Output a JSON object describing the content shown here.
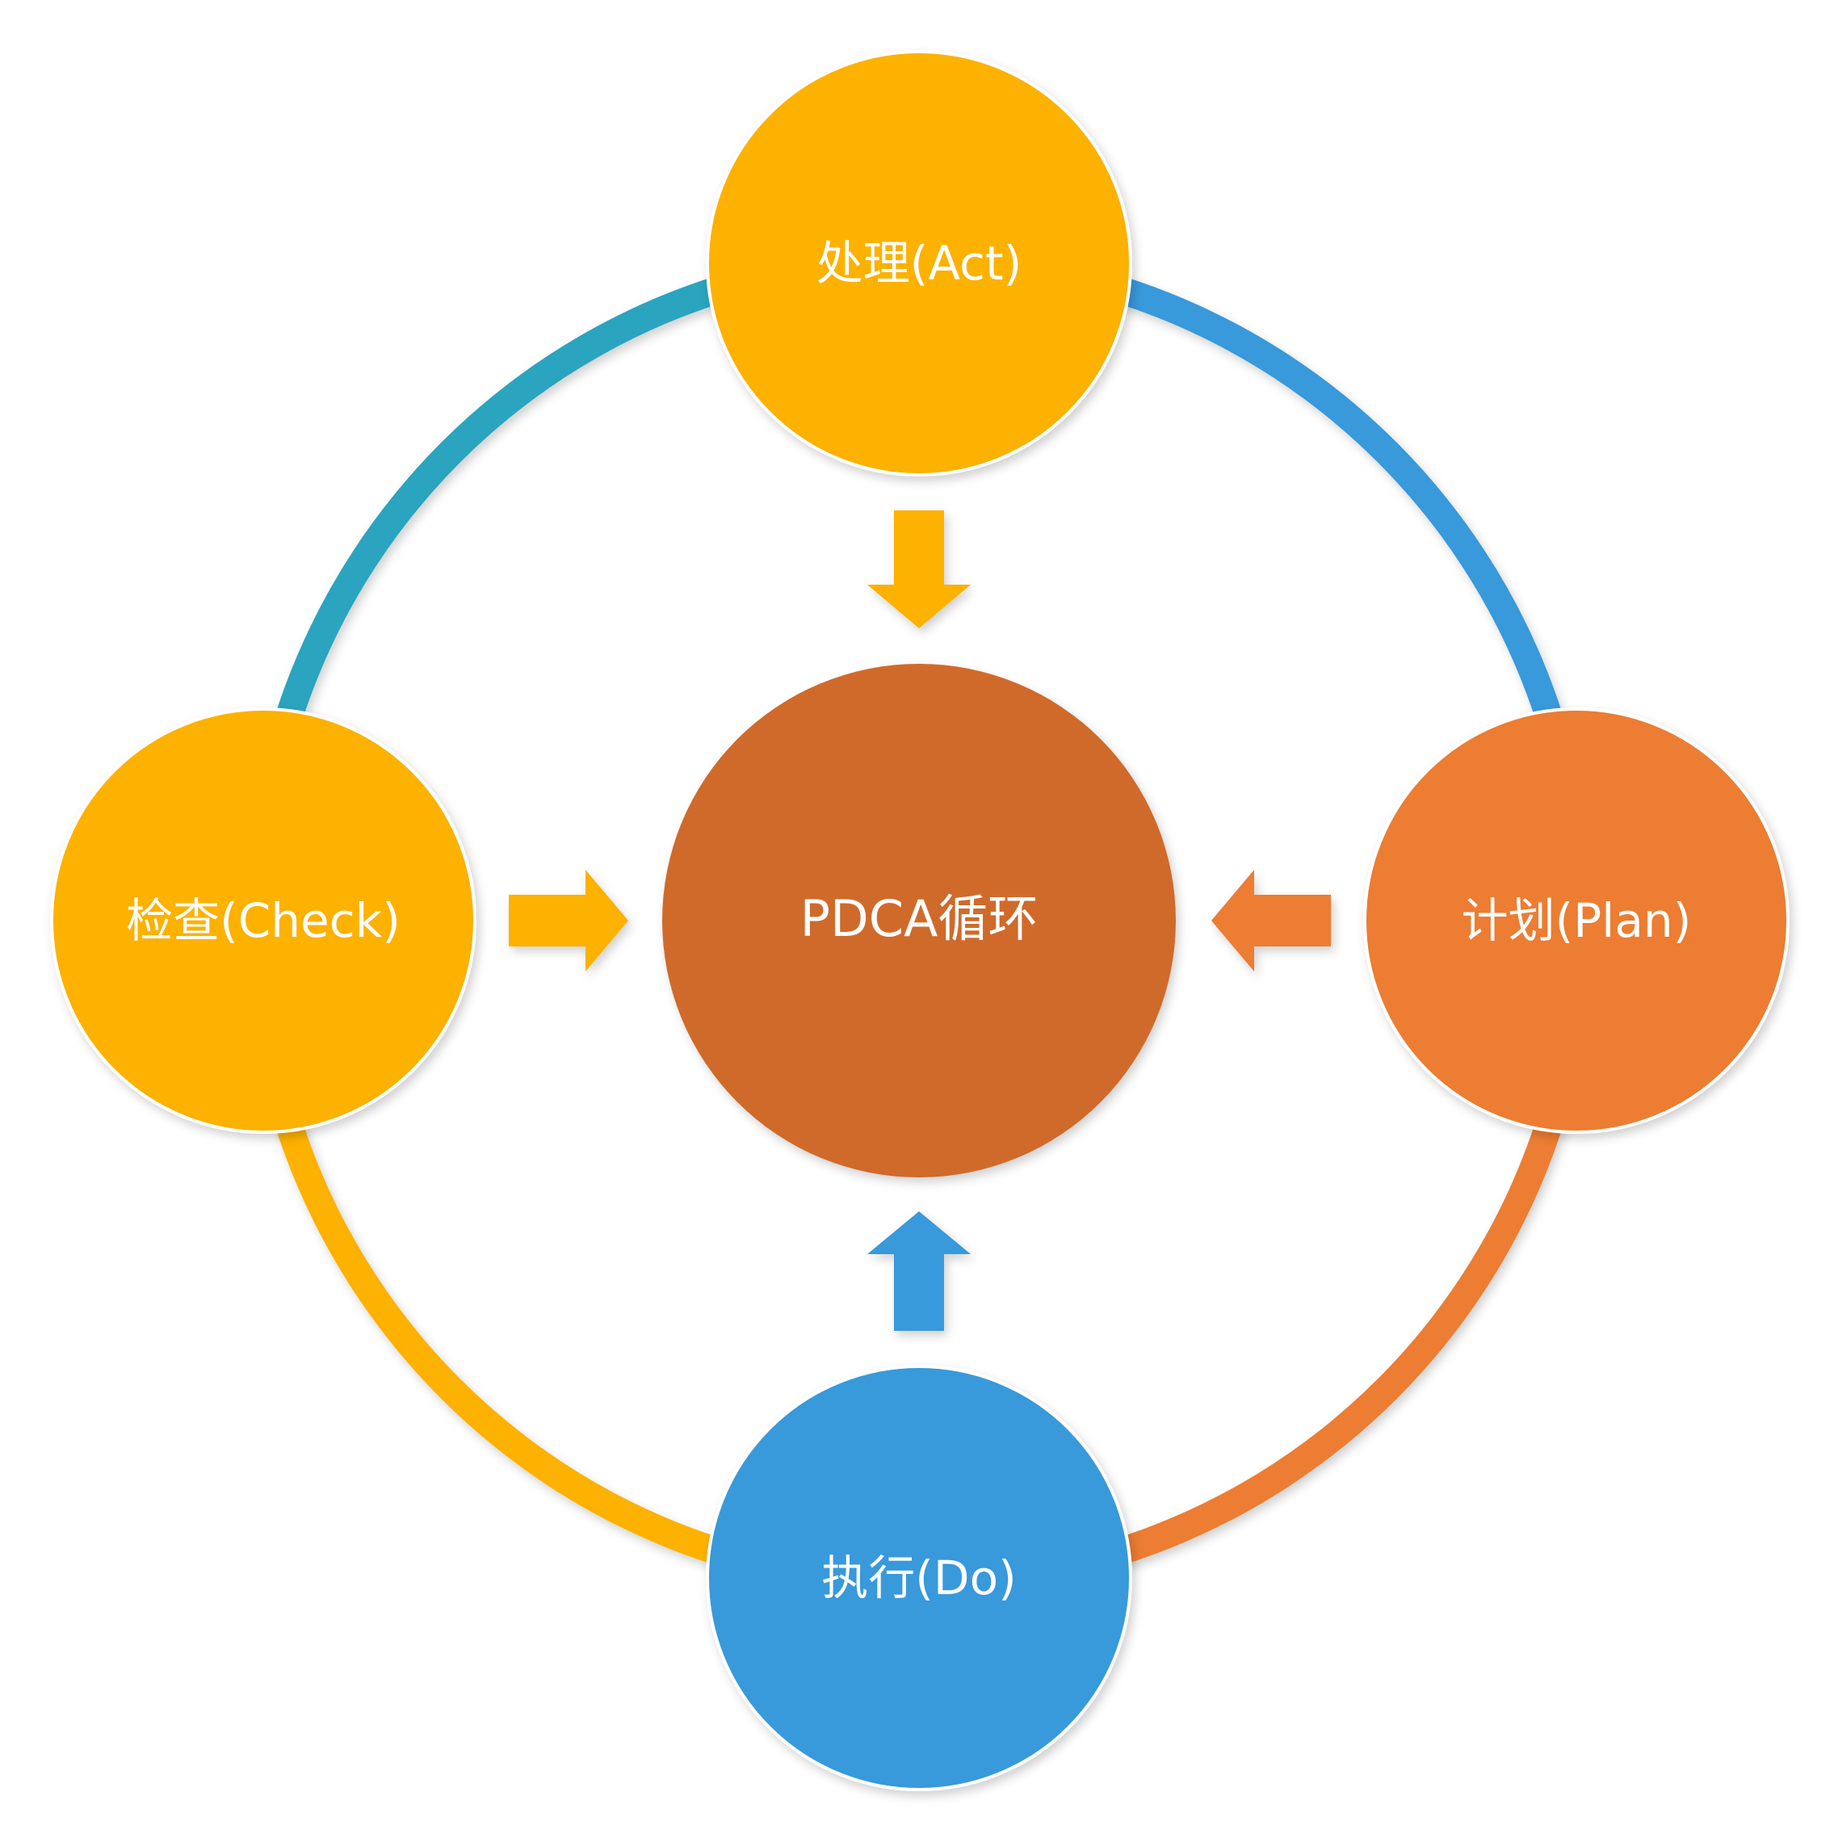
{
  "center": {
    "label": "PDCA循环",
    "color": "#D06B2C"
  },
  "nodes": [
    {
      "id": "act",
      "label": "处理(Act)",
      "color": "#FDB100"
    },
    {
      "id": "plan",
      "label": "计划(Plan)",
      "color": "#EC7D31"
    },
    {
      "id": "do",
      "label": "执行(Do)",
      "color": "#3899DB"
    },
    {
      "id": "check",
      "label": "检查(Check)",
      "color": "#FDB100"
    }
  ],
  "ring_segments": [
    {
      "id": "act-to-plan",
      "color": "#3899DB"
    },
    {
      "id": "plan-to-do",
      "color": "#EC7D31"
    },
    {
      "id": "do-to-check",
      "color": "#FDB100"
    },
    {
      "id": "check-to-act",
      "color": "#2CA4BF"
    }
  ],
  "arrows": [
    {
      "id": "from-act",
      "color": "#FDB100"
    },
    {
      "id": "from-plan",
      "color": "#EC7D31"
    },
    {
      "id": "from-do",
      "color": "#3899DB"
    },
    {
      "id": "from-check",
      "color": "#FDB100"
    }
  ]
}
